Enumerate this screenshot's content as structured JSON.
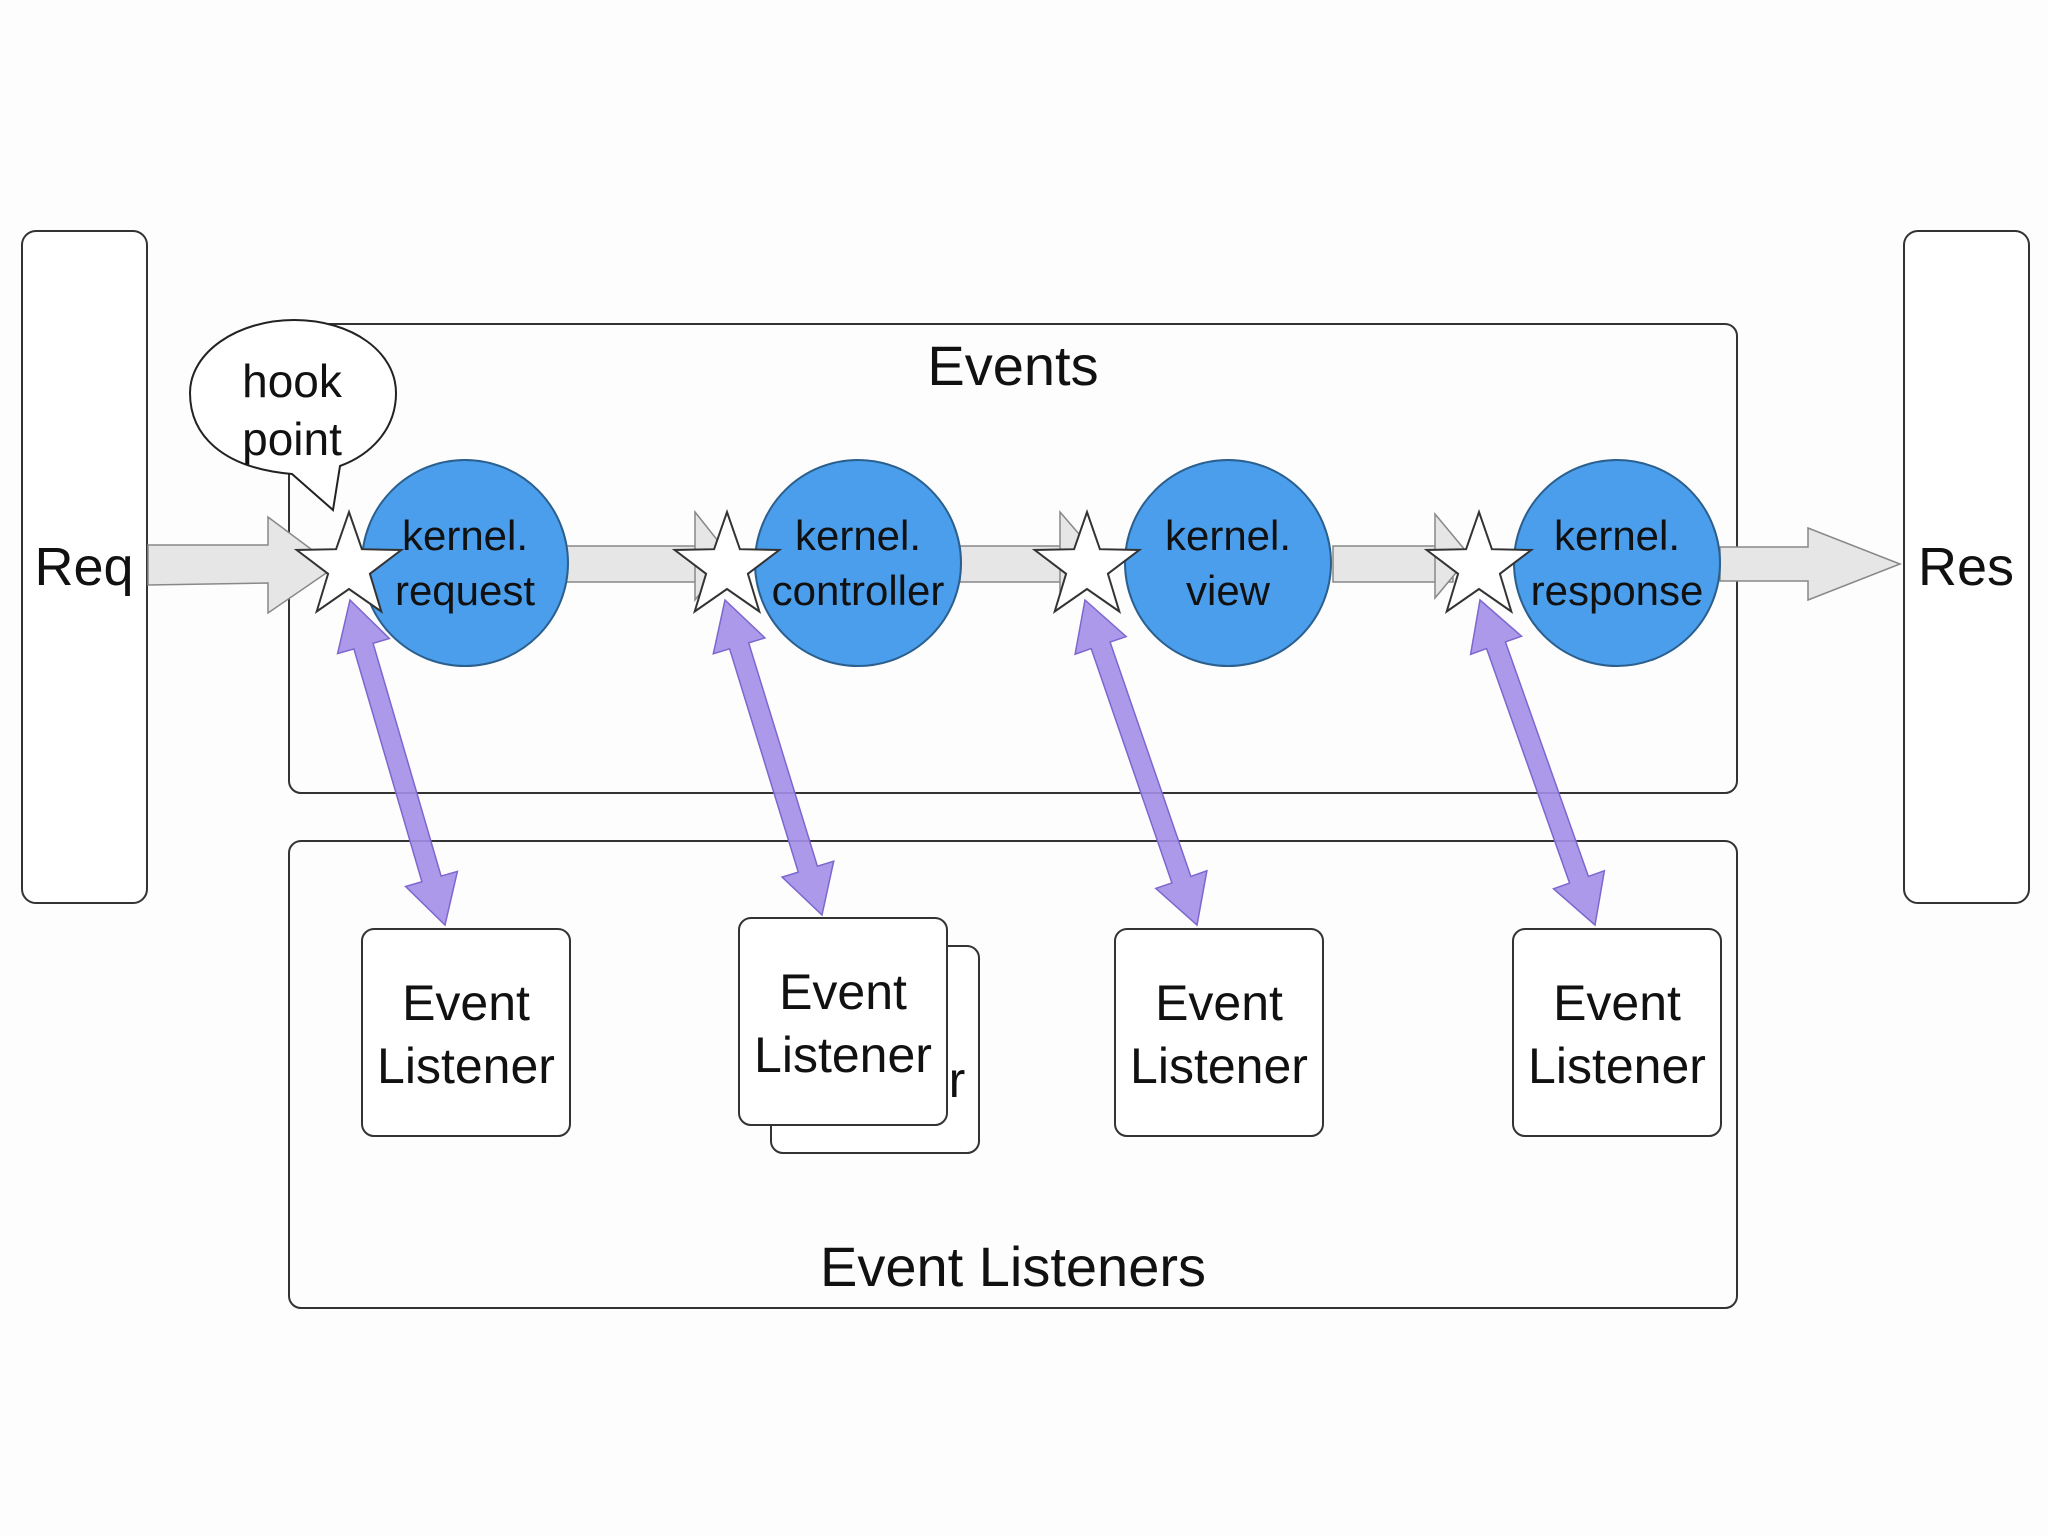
{
  "request_label": "Req",
  "response_label": "Res",
  "events_group_title": "Events",
  "listeners_group_title": "Event Listeners",
  "callout": {
    "line1": "hook",
    "line2": "point"
  },
  "events": [
    {
      "line1": "kernel.",
      "line2": "request"
    },
    {
      "line1": "kernel.",
      "line2": "controller"
    },
    {
      "line1": "kernel.",
      "line2": "view"
    },
    {
      "line1": "kernel.",
      "line2": "response"
    }
  ],
  "listeners": [
    {
      "line1": "Event",
      "line2": "Listener"
    },
    {
      "line1": "Event",
      "line2": "Listener",
      "back_card_glyph": "r"
    },
    {
      "line1": "Event",
      "line2": "Listener"
    },
    {
      "line1": "Event",
      "line2": "Listener"
    }
  ],
  "colors": {
    "event_circle": "#4a9eec",
    "flow_arrow": "#e6e6e6",
    "listener_arrow": "#a38ee8"
  }
}
